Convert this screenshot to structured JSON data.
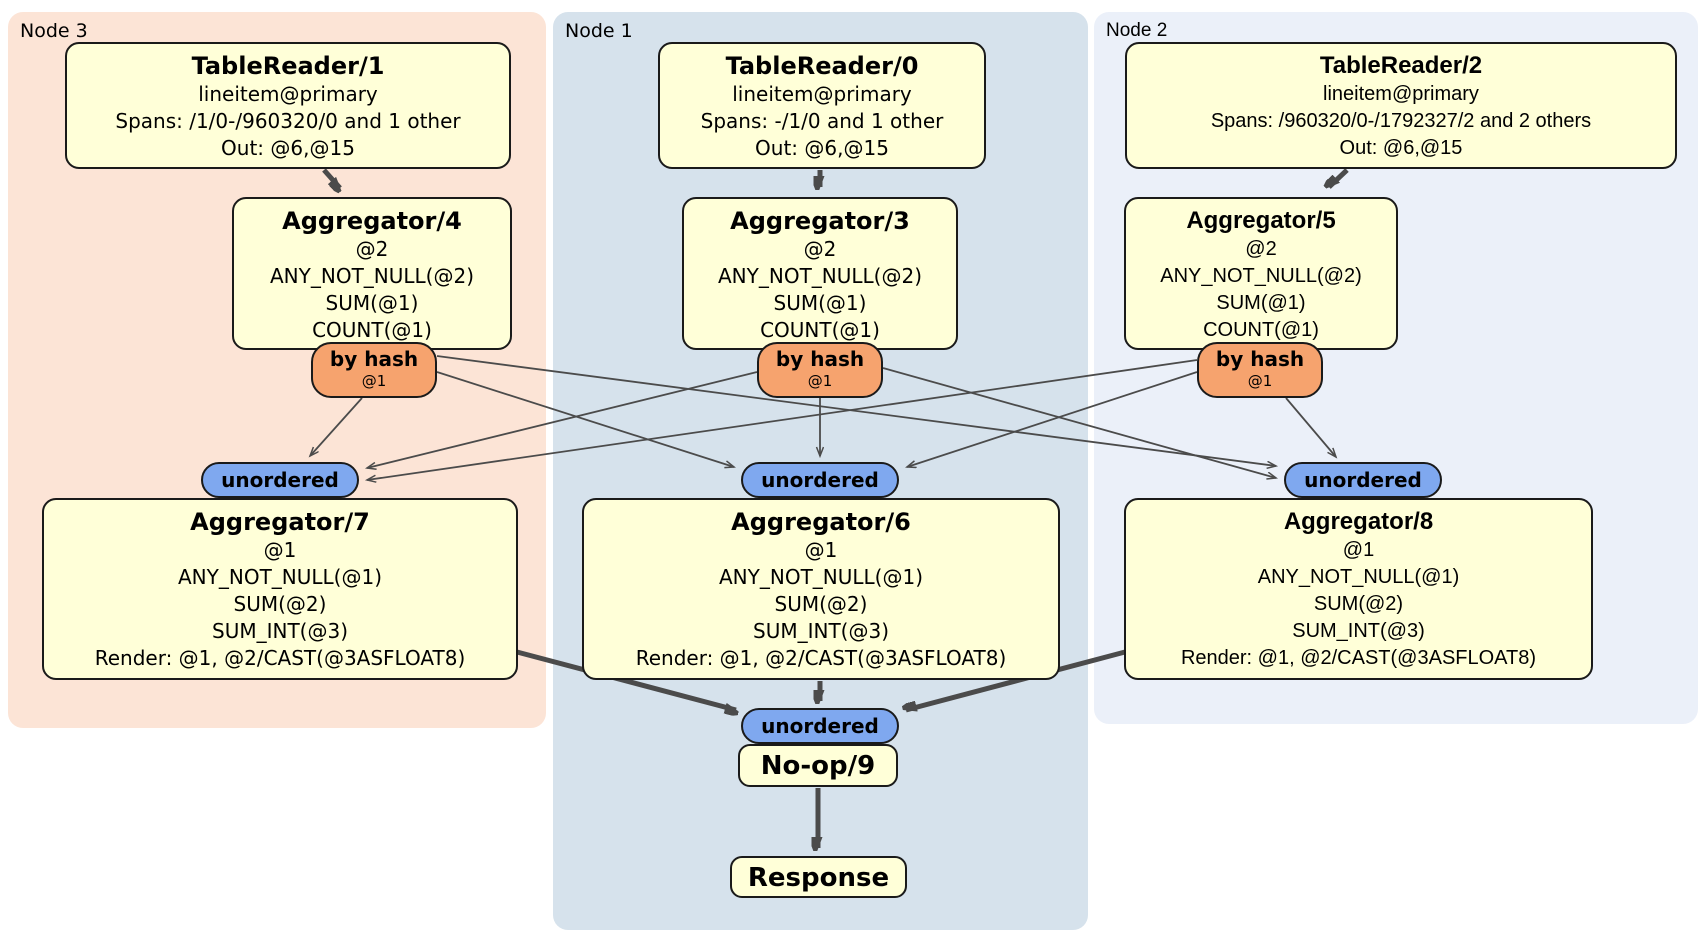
{
  "regions": {
    "node3": {
      "label": "Node 3"
    },
    "node1": {
      "label": "Node 1"
    },
    "node2": {
      "label": "Node 2"
    }
  },
  "boxes": {
    "tr1": {
      "title": "TableReader/1",
      "lines": [
        "lineitem@primary",
        "Spans: /1/0-/960320/0 and 1 other",
        "Out: @6,@15"
      ]
    },
    "tr0": {
      "title": "TableReader/0",
      "lines": [
        "lineitem@primary",
        "Spans: -/1/0 and 1 other",
        "Out: @6,@15"
      ]
    },
    "tr2": {
      "title": "TableReader/2",
      "lines": [
        "lineitem@primary",
        "Spans: /960320/0-/1792327/2 and 2 others",
        "Out: @6,@15"
      ]
    },
    "agg4": {
      "title": "Aggregator/4",
      "lines": [
        "@2",
        "ANY_NOT_NULL(@2)",
        "SUM(@1)",
        "COUNT(@1)"
      ]
    },
    "agg3": {
      "title": "Aggregator/3",
      "lines": [
        "@2",
        "ANY_NOT_NULL(@2)",
        "SUM(@1)",
        "COUNT(@1)"
      ]
    },
    "agg5": {
      "title": "Aggregator/5",
      "lines": [
        "@2",
        "ANY_NOT_NULL(@2)",
        "SUM(@1)",
        "COUNT(@1)"
      ]
    },
    "agg7": {
      "title": "Aggregator/7",
      "lines": [
        "@1",
        "ANY_NOT_NULL(@1)",
        "SUM(@2)",
        "SUM_INT(@3)",
        "Render: @1, @2/CAST(@3ASFLOAT8)"
      ]
    },
    "agg6": {
      "title": "Aggregator/6",
      "lines": [
        "@1",
        "ANY_NOT_NULL(@1)",
        "SUM(@2)",
        "SUM_INT(@3)",
        "Render: @1, @2/CAST(@3ASFLOAT8)"
      ]
    },
    "agg8": {
      "title": "Aggregator/8",
      "lines": [
        "@1",
        "ANY_NOT_NULL(@1)",
        "SUM(@2)",
        "SUM_INT(@3)",
        "Render: @1, @2/CAST(@3ASFLOAT8)"
      ]
    },
    "noop": {
      "title": "No-op/9"
    },
    "response": {
      "title": "Response"
    }
  },
  "routers": {
    "by_hash": {
      "label": "by hash",
      "sublabel": "@1"
    },
    "unordered": {
      "label": "unordered"
    }
  },
  "colors": {
    "node3_bg": "#fce4d6",
    "node1_bg": "#d6e2ec",
    "node2_bg": "#ebf0f9",
    "box_fill": "#ffffd8",
    "box_border": "#1a1a1a",
    "byhash_fill": "#f6a36e",
    "unordered_fill": "#7fa8ef",
    "edge": "#4b4b4b",
    "text": "#000000",
    "page_bg": "#ffffff"
  }
}
